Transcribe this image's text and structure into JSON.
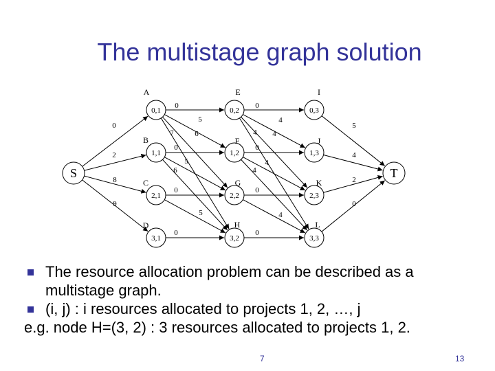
{
  "slide": {
    "title": "The multistage graph solution",
    "slide_number": "7",
    "total_number": "13"
  },
  "bullets": [
    "The resource allocation problem can be described as a multistage graph.",
    "(i, j) : i resources allocated to projects 1, 2, …, j"
  ],
  "example_line": "e.g.  node H=(3, 2) : 3 resources allocated to projects 1, 2.",
  "graph": {
    "source": "S",
    "sink": "T",
    "nodes": [
      {
        "id": "A",
        "value": "0,1"
      },
      {
        "id": "B",
        "value": "1,1"
      },
      {
        "id": "C",
        "value": "2,1"
      },
      {
        "id": "D",
        "value": "3,1"
      },
      {
        "id": "E",
        "value": "0,2"
      },
      {
        "id": "F",
        "value": "1,2"
      },
      {
        "id": "G",
        "value": "2,2"
      },
      {
        "id": "H",
        "value": "3,2"
      },
      {
        "id": "I",
        "value": "0,3"
      },
      {
        "id": "J",
        "value": "1,3"
      },
      {
        "id": "K",
        "value": "2,3"
      },
      {
        "id": "L",
        "value": "3,3"
      }
    ],
    "edges": [
      {
        "from": "S",
        "to": "A",
        "weight": "0"
      },
      {
        "from": "S",
        "to": "B",
        "weight": "2"
      },
      {
        "from": "S",
        "to": "C",
        "weight": "8"
      },
      {
        "from": "S",
        "to": "D",
        "weight": "9"
      },
      {
        "from": "A",
        "to": "E",
        "weight": "0"
      },
      {
        "from": "A",
        "to": "F",
        "weight": "5"
      },
      {
        "from": "A",
        "to": "G",
        "weight": "7"
      },
      {
        "from": "A",
        "to": "H",
        "weight": "6"
      },
      {
        "from": "B",
        "to": "F",
        "weight": "0"
      },
      {
        "from": "B",
        "to": "G",
        "weight": "5"
      },
      {
        "from": "B",
        "to": "H",
        "weight": "6"
      },
      {
        "from": "C",
        "to": "G",
        "weight": "0"
      },
      {
        "from": "C",
        "to": "H",
        "weight": "5"
      },
      {
        "from": "D",
        "to": "H",
        "weight": "0"
      },
      {
        "from": "E",
        "to": "I",
        "weight": "0"
      },
      {
        "from": "E",
        "to": "J",
        "weight": "4"
      },
      {
        "from": "E",
        "to": "K",
        "weight": "4"
      },
      {
        "from": "E",
        "to": "L",
        "weight": "4"
      },
      {
        "from": "F",
        "to": "J",
        "weight": "0"
      },
      {
        "from": "F",
        "to": "K",
        "weight": "4"
      },
      {
        "from": "F",
        "to": "L",
        "weight": "4"
      },
      {
        "from": "G",
        "to": "K",
        "weight": "0"
      },
      {
        "from": "G",
        "to": "L",
        "weight": "4"
      },
      {
        "from": "H",
        "to": "L",
        "weight": "0"
      },
      {
        "from": "I",
        "to": "T",
        "weight": "5"
      },
      {
        "from": "J",
        "to": "T",
        "weight": "4"
      },
      {
        "from": "K",
        "to": "T",
        "weight": "2"
      },
      {
        "from": "L",
        "to": "T",
        "weight": "0"
      }
    ]
  }
}
